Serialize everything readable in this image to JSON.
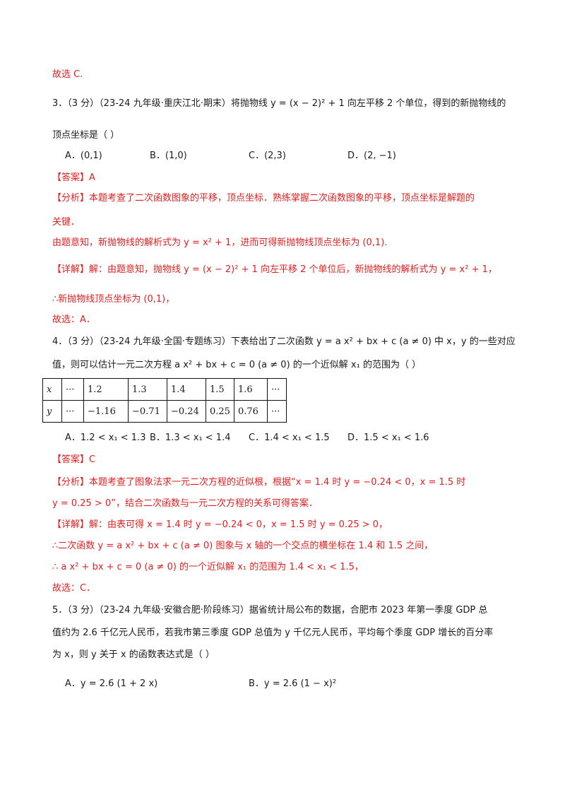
{
  "q2_tail": "故选 C.",
  "q3": {
    "line1": "3．（3 分）（23-24 九年级·重庆江北·期末）将抛物线 y = (x − 2)² + 1 向左平移 2 个单位，得到的新抛物线的",
    "line2": "顶点坐标是（    ）",
    "options": [
      "A．(0,1)",
      "B．(1,0)",
      "C．(2,3)",
      "D．(2, −1)"
    ],
    "answer": "【答案】A",
    "analysis1": "【分析】本题考查了二次函数图象的平移，顶点坐标．熟练掌握二次函数图象的平移，顶点坐标是解题的",
    "analysis2": "关键．",
    "analysis3": "由题意知，新抛物线的解析式为 y = x² + 1，进而可得新抛物线顶点坐标为 (0,1).",
    "detail1": "【详解】解：由题意知，抛物线 y = (x − 2)² + 1 向左平移 2 个单位后，新抛物线的解析式为 y = x² + 1，",
    "detail2": "∴新抛物线顶点坐标为 (0,1)，",
    "choice": "故选：A．"
  },
  "q4": {
    "line1": "4．（3 分）（23-24 九年级·全国·专题练习）下表给出了二次函数 y = a x² + bx + c (a ≠ 0) 中 x，y 的一些对应",
    "line2": "值，则可以估计一元二次方程 a x² + bx + c = 0 (a ≠ 0) 的一个近似解 x₁ 的范围为（    ）",
    "table": {
      "row_x": [
        "x",
        "···",
        "1.2",
        "1.3",
        "1.4",
        "1.5",
        "1.6",
        "···"
      ],
      "row_y": [
        "y",
        "···",
        "−1.16",
        "−0.71",
        "−0.24",
        "0.25",
        "0.76",
        "···"
      ]
    },
    "options": [
      "A．1.2 < x₁ < 1.3",
      "B．1.3 < x₁ < 1.4",
      "C．1.4 < x₁ < 1.5",
      "D．1.5 < x₁ < 1.6"
    ],
    "answer": "【答案】C",
    "analysis1": "【分析】本题考查了图象法求一元二次方程的近似根，根据“x = 1.4 时 y = −0.24 < 0，x = 1.5 时",
    "analysis2": "y = 0.25 > 0”，结合二次函数与一元二次方程的关系可得答案．",
    "detail1": "【详解】解：由表可得 x = 1.4 时 y = −0.24 < 0，x = 1.5 时 y = 0.25 > 0，",
    "detail2": "∴二次函数 y = a x² + bx + c (a ≠ 0) 图象与 x 轴的一个交点的横坐标在 1.4 和 1.5 之间，",
    "detail3": "∴ a x² + bx + c = 0 (a ≠ 0) 的一个近似解 x₁ 的范围为 1.4 < x₁ < 1.5，",
    "choice": "故选：C．"
  },
  "q5": {
    "line1": "5．（3 分）（23-24 九年级·安徽合肥·阶段练习）据省统计局公布的数据，合肥市 2023 年第一季度 GDP 总",
    "line2": "值约为 2.6 千亿元人民币，若我市第三季度 GDP 总值为 y 千亿元人民币，平均每个季度 GDP 增长的百分率",
    "line3": "为 x，则 y 关于 x 的函数表达式是（    ）",
    "options": [
      "A．y = 2.6 (1 + 2 x)",
      "B．y = 2.6 (1 − x)²"
    ]
  }
}
